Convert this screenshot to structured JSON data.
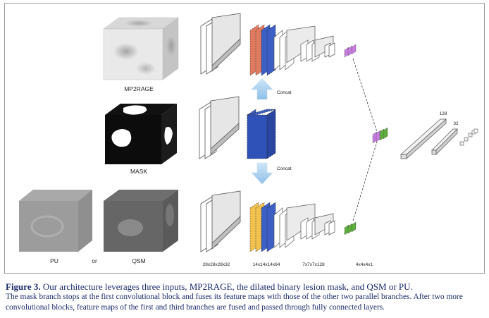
{
  "inputs": {
    "mp2rage": "MP2RAGE",
    "mask": "MASK",
    "pu": "PU",
    "or": "or",
    "qsm": "QSM"
  },
  "arrows": {
    "concat_top": "Concat",
    "concat_bottom": "Concat"
  },
  "dims": {
    "d1": "28x28x28x32",
    "d2": "14x14x14x64",
    "d3": "7x7x7x128",
    "d4": "4x4x4x1"
  },
  "fc": {
    "fc1": "128",
    "fc2": "32"
  },
  "caption": {
    "label": "Figure 3.",
    "lead": "Our architecture leverages three inputs, MP2RAGE, the dilated binary lesion mask, and QSM or PU.",
    "body": "The mask branch stops at the first convolutional block and fuses its feature maps with those of the other two parallel branches. After two more convolutional blocks, feature maps of the first and third branches are fused and passed through fully connected layers."
  },
  "colors": {
    "salmon": "#e07a5f",
    "blue": "#3b5fc4",
    "yellow": "#f2c14e",
    "purple": "#c87ee0",
    "green": "#5fae3e",
    "arrow": "#a8cfee"
  }
}
